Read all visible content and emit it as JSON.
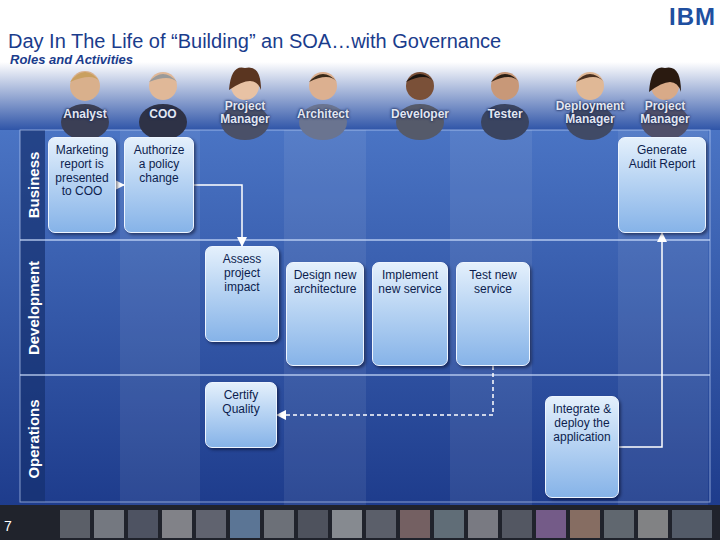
{
  "diagram": {
    "title": "Day In The Life of “Building” an SOA…with Governance",
    "nodes": [
      {
        "text": [
          "Business"
        ]
      },
      {
        "text": [
          "Marketing report is presented to COO"
        ],
        "in": 0
      },
      {
        "text": [
          "Authorize a policy change"
        ],
        "in": 0
      },
      {
        "text": [
          "Generate Audit Report"
        ],
        "in": 0
      },
      {
        "text": [
          "Development"
        ]
      },
      {
        "text": [
          "Assess project impact"
        ],
        "in": 4
      },
      {
        "text": [
          "Design new architecture"
        ],
        "in": 4
      },
      {
        "text": [
          "Implement new service"
        ],
        "in": 4
      },
      {
        "text": [
          "Test new service"
        ],
        "in": 4
      },
      {
        "text": [
          "Operations"
        ]
      },
      {
        "text": [
          "Certify Quality"
        ],
        "in": 9
      },
      {
        "text": [
          "Integrate & deploy the application"
        ],
        "in": 9
      }
    ],
    "edges": [
      {
        "from": 1,
        "to": 2,
        "arrow": "to"
      },
      {
        "from": 2,
        "to": 5,
        "arrow": "to"
      },
      {
        "from": 8,
        "to": 10,
        "arrow": "to"
      },
      {
        "from": 11,
        "to": 3,
        "arrow": "to"
      }
    ],
    "labels": [
      "Roles and Activities",
      "Analyst",
      "COO",
      "Project Manager",
      "Architect",
      "Developer",
      "Tester",
      "Deployment Manager",
      "Project Manager",
      "IBM",
      "7"
    ]
  }
}
